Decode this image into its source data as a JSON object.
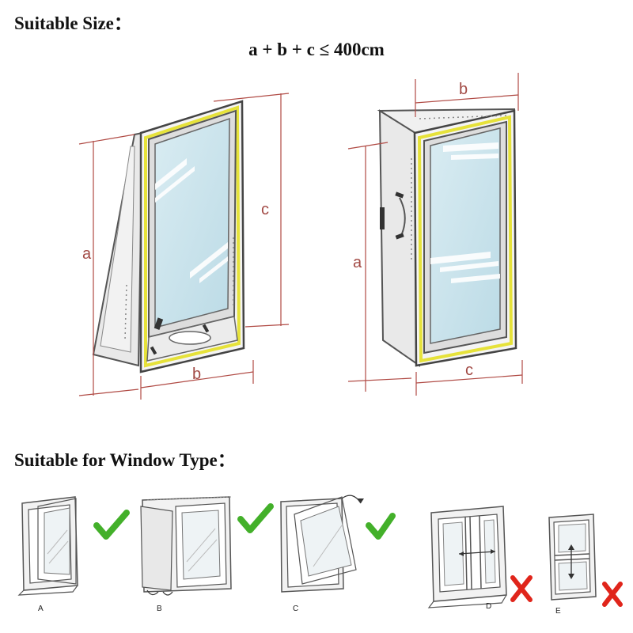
{
  "size_section": {
    "heading": "Suitable Size：",
    "formula": "a + b + c ≤ 400cm",
    "left_figure": {
      "label_a": "a",
      "label_b": "b",
      "label_c": "c"
    },
    "right_figure": {
      "label_a": "a",
      "label_b": "b",
      "label_c": "c"
    }
  },
  "type_section": {
    "heading": "Suitable for Window Type：",
    "windows": [
      {
        "label": "A",
        "suitable": true,
        "mark_icon": "check-mark-icon"
      },
      {
        "label": "B",
        "suitable": true,
        "mark_icon": "check-mark-icon"
      },
      {
        "label": "C",
        "suitable": true,
        "mark_icon": "check-mark-icon"
      },
      {
        "label": "D",
        "suitable": false,
        "mark_icon": "cross-mark-icon"
      },
      {
        "label": "E",
        "suitable": false,
        "mark_icon": "cross-mark-icon"
      }
    ]
  },
  "colors": {
    "dimension_lines": "#b04a44",
    "seal_tape": "#e6e23a",
    "frame": "#555555",
    "glass": "#cfe6ee",
    "check_mark": "#43b02a",
    "cross_mark": "#e0251b"
  }
}
